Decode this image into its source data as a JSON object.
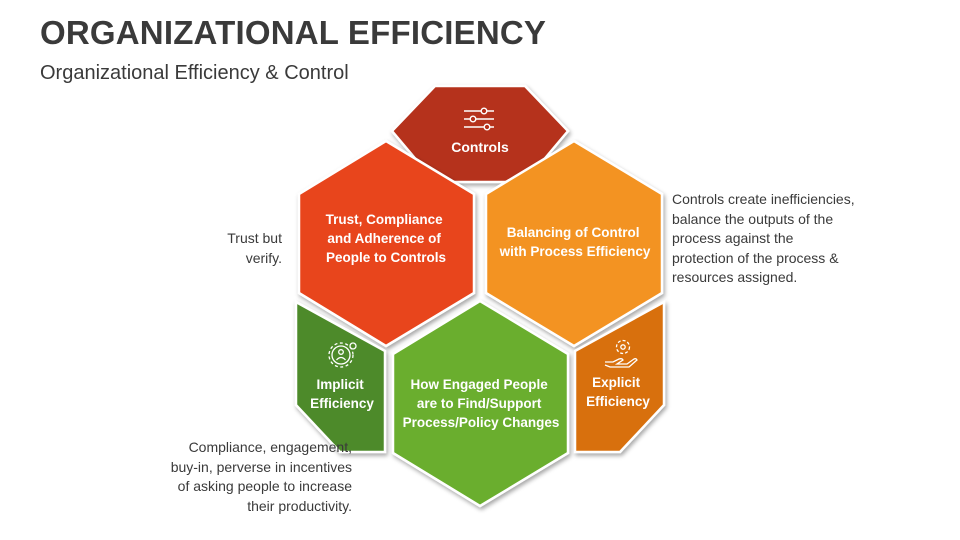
{
  "title": "ORGANIZATIONAL EFFICIENCY",
  "subtitle": "Organizational Efficiency & Control",
  "hexagons": {
    "controls": {
      "lines": [
        "Controls"
      ],
      "color": "#B5301A",
      "icon": "sliders-icon"
    },
    "trust": {
      "lines": [
        "Trust, Compliance",
        "and Adherence of",
        "People to Controls"
      ],
      "color": "#E8441C"
    },
    "balancing": {
      "lines": [
        "Balancing of Control",
        "with Process Efficiency"
      ],
      "color": "#F39323"
    },
    "implicit": {
      "lines": [
        "Implicit",
        "Efficiency"
      ],
      "color": "#4E8A2A",
      "icon": "people-gear-icon"
    },
    "engaged": {
      "lines": [
        "How Engaged People",
        "are to Find/Support",
        "Process/Policy Changes"
      ],
      "color": "#6AAE2E"
    },
    "explicit": {
      "lines": [
        "Explicit",
        "Efficiency"
      ],
      "color": "#D8700F",
      "icon": "hand-gear-icon"
    }
  },
  "notes": {
    "left_top": [
      "Trust but",
      "verify."
    ],
    "right": [
      "Controls create inefficiencies,",
      "balance the outputs of the",
      "process against the",
      "protection of the process &",
      "resources assigned."
    ],
    "bottom": [
      "Compliance, engagement,",
      "buy-in, perverse in incentives",
      "of asking people to increase",
      "their productivity."
    ]
  }
}
